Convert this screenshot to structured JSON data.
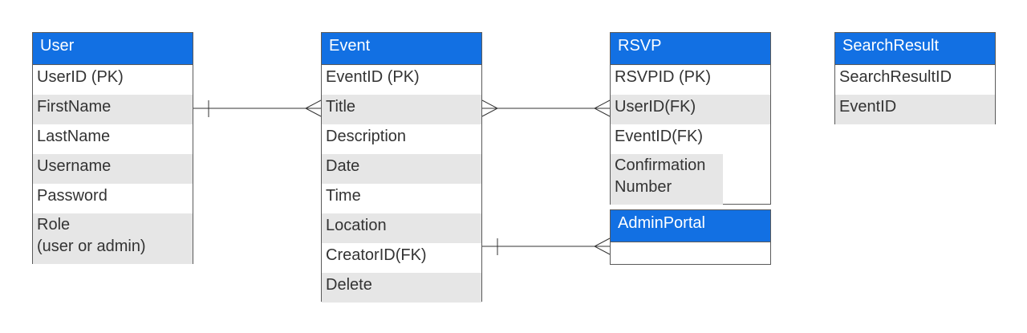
{
  "entities": {
    "user": {
      "title": "User",
      "rows": [
        "UserID (PK)",
        "FirstName",
        "LastName",
        "Username",
        "Password",
        "Role\n(user or admin)"
      ]
    },
    "event": {
      "title": "Event",
      "rows": [
        "EventID (PK)",
        "Title",
        "Description",
        "Date",
        "Time",
        "Location",
        "CreatorID(FK)",
        "Delete"
      ]
    },
    "rsvp": {
      "title": "RSVP",
      "rows": [
        "RSVPID (PK)",
        "UserID(FK)",
        "EventID(FK)",
        "Confirmation Number"
      ]
    },
    "admin": {
      "title": "AdminPortal",
      "rows": [
        ""
      ]
    },
    "search": {
      "title": "SearchResult",
      "rows": [
        "SearchResultID",
        "EventID"
      ]
    }
  },
  "relationships": [
    {
      "from": "User.FirstName",
      "to": "Event.Title",
      "from_end": "one",
      "to_end": "many"
    },
    {
      "from": "Event.Title",
      "to": "RSVP.UserID(FK)",
      "from_end": "many",
      "to_end": "many"
    },
    {
      "from": "Event.CreatorID(FK)",
      "to": "AdminPortal",
      "from_end": "one",
      "to_end": "many"
    }
  ],
  "colors": {
    "header": "#1270e3",
    "shade": "#e6e6e6",
    "border": "#5a5a5a",
    "text": "#333333"
  }
}
